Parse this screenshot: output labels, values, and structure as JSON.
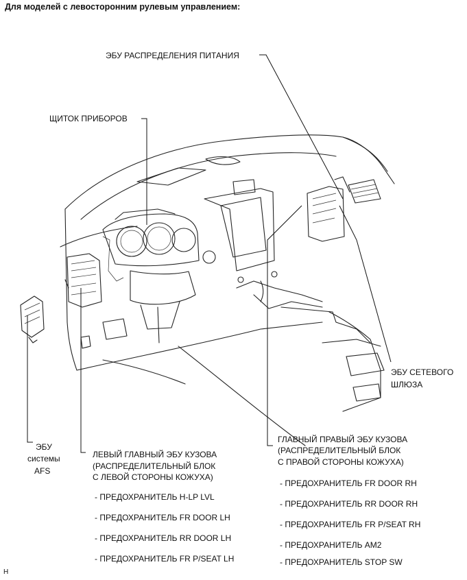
{
  "heading": "Для моделей с левосторонним рулевым управлением:",
  "labels": {
    "power_ecu": "ЭБУ РАСПРЕДЕЛЕНИЯ ПИТАНИЯ",
    "cluster": "ЩИТОК ПРИБОРОВ",
    "gateway_1": "ЭБУ СЕТЕВОГО",
    "gateway_2": "ШЛЮЗА",
    "afs_1": "ЭБУ",
    "afs_2": "системы",
    "afs_3": "AFS",
    "left_body_1": "ЛЕВЫЙ ГЛАВНЫЙ ЭБУ КУЗОВА",
    "left_body_2": "(РАСПРЕДЕЛИТЕЛЬНЫЙ БЛОК",
    "left_body_3": "С ЛЕВОЙ СТОРОНЫ КОЖУХА)",
    "right_body_1": "ГЛАВНЫЙ ПРАВЫЙ ЭБУ КУЗОВА",
    "right_body_2": "(РАСПРЕДЕЛИТЕЛЬНЫЙ БЛОК",
    "right_body_3": "С ПРАВОЙ СТОРОНЫ КОЖУХА)"
  },
  "left_fuses": [
    "- ПРЕДОХРАНИТЕЛЬ H-LP LVL",
    "- ПРЕДОХРАНИТЕЛЬ FR DOOR LH",
    "- ПРЕДОХРАНИТЕЛЬ RR DOOR LH",
    "- ПРЕДОХРАНИТЕЛЬ FR P/SEAT LH"
  ],
  "right_fuses": [
    "- ПРЕДОХРАНИТЕЛЬ FR DOOR RH",
    "- ПРЕДОХРАНИТЕЛЬ RR DOOR RH",
    "- ПРЕДОХРАНИТЕЛЬ FR P/SEAT RH",
    "- ПРЕДОХРАНИТЕЛЬ AM2",
    "- ПРЕДОХРАНИТЕЛЬ STOP SW"
  ],
  "corner_mark": "H"
}
